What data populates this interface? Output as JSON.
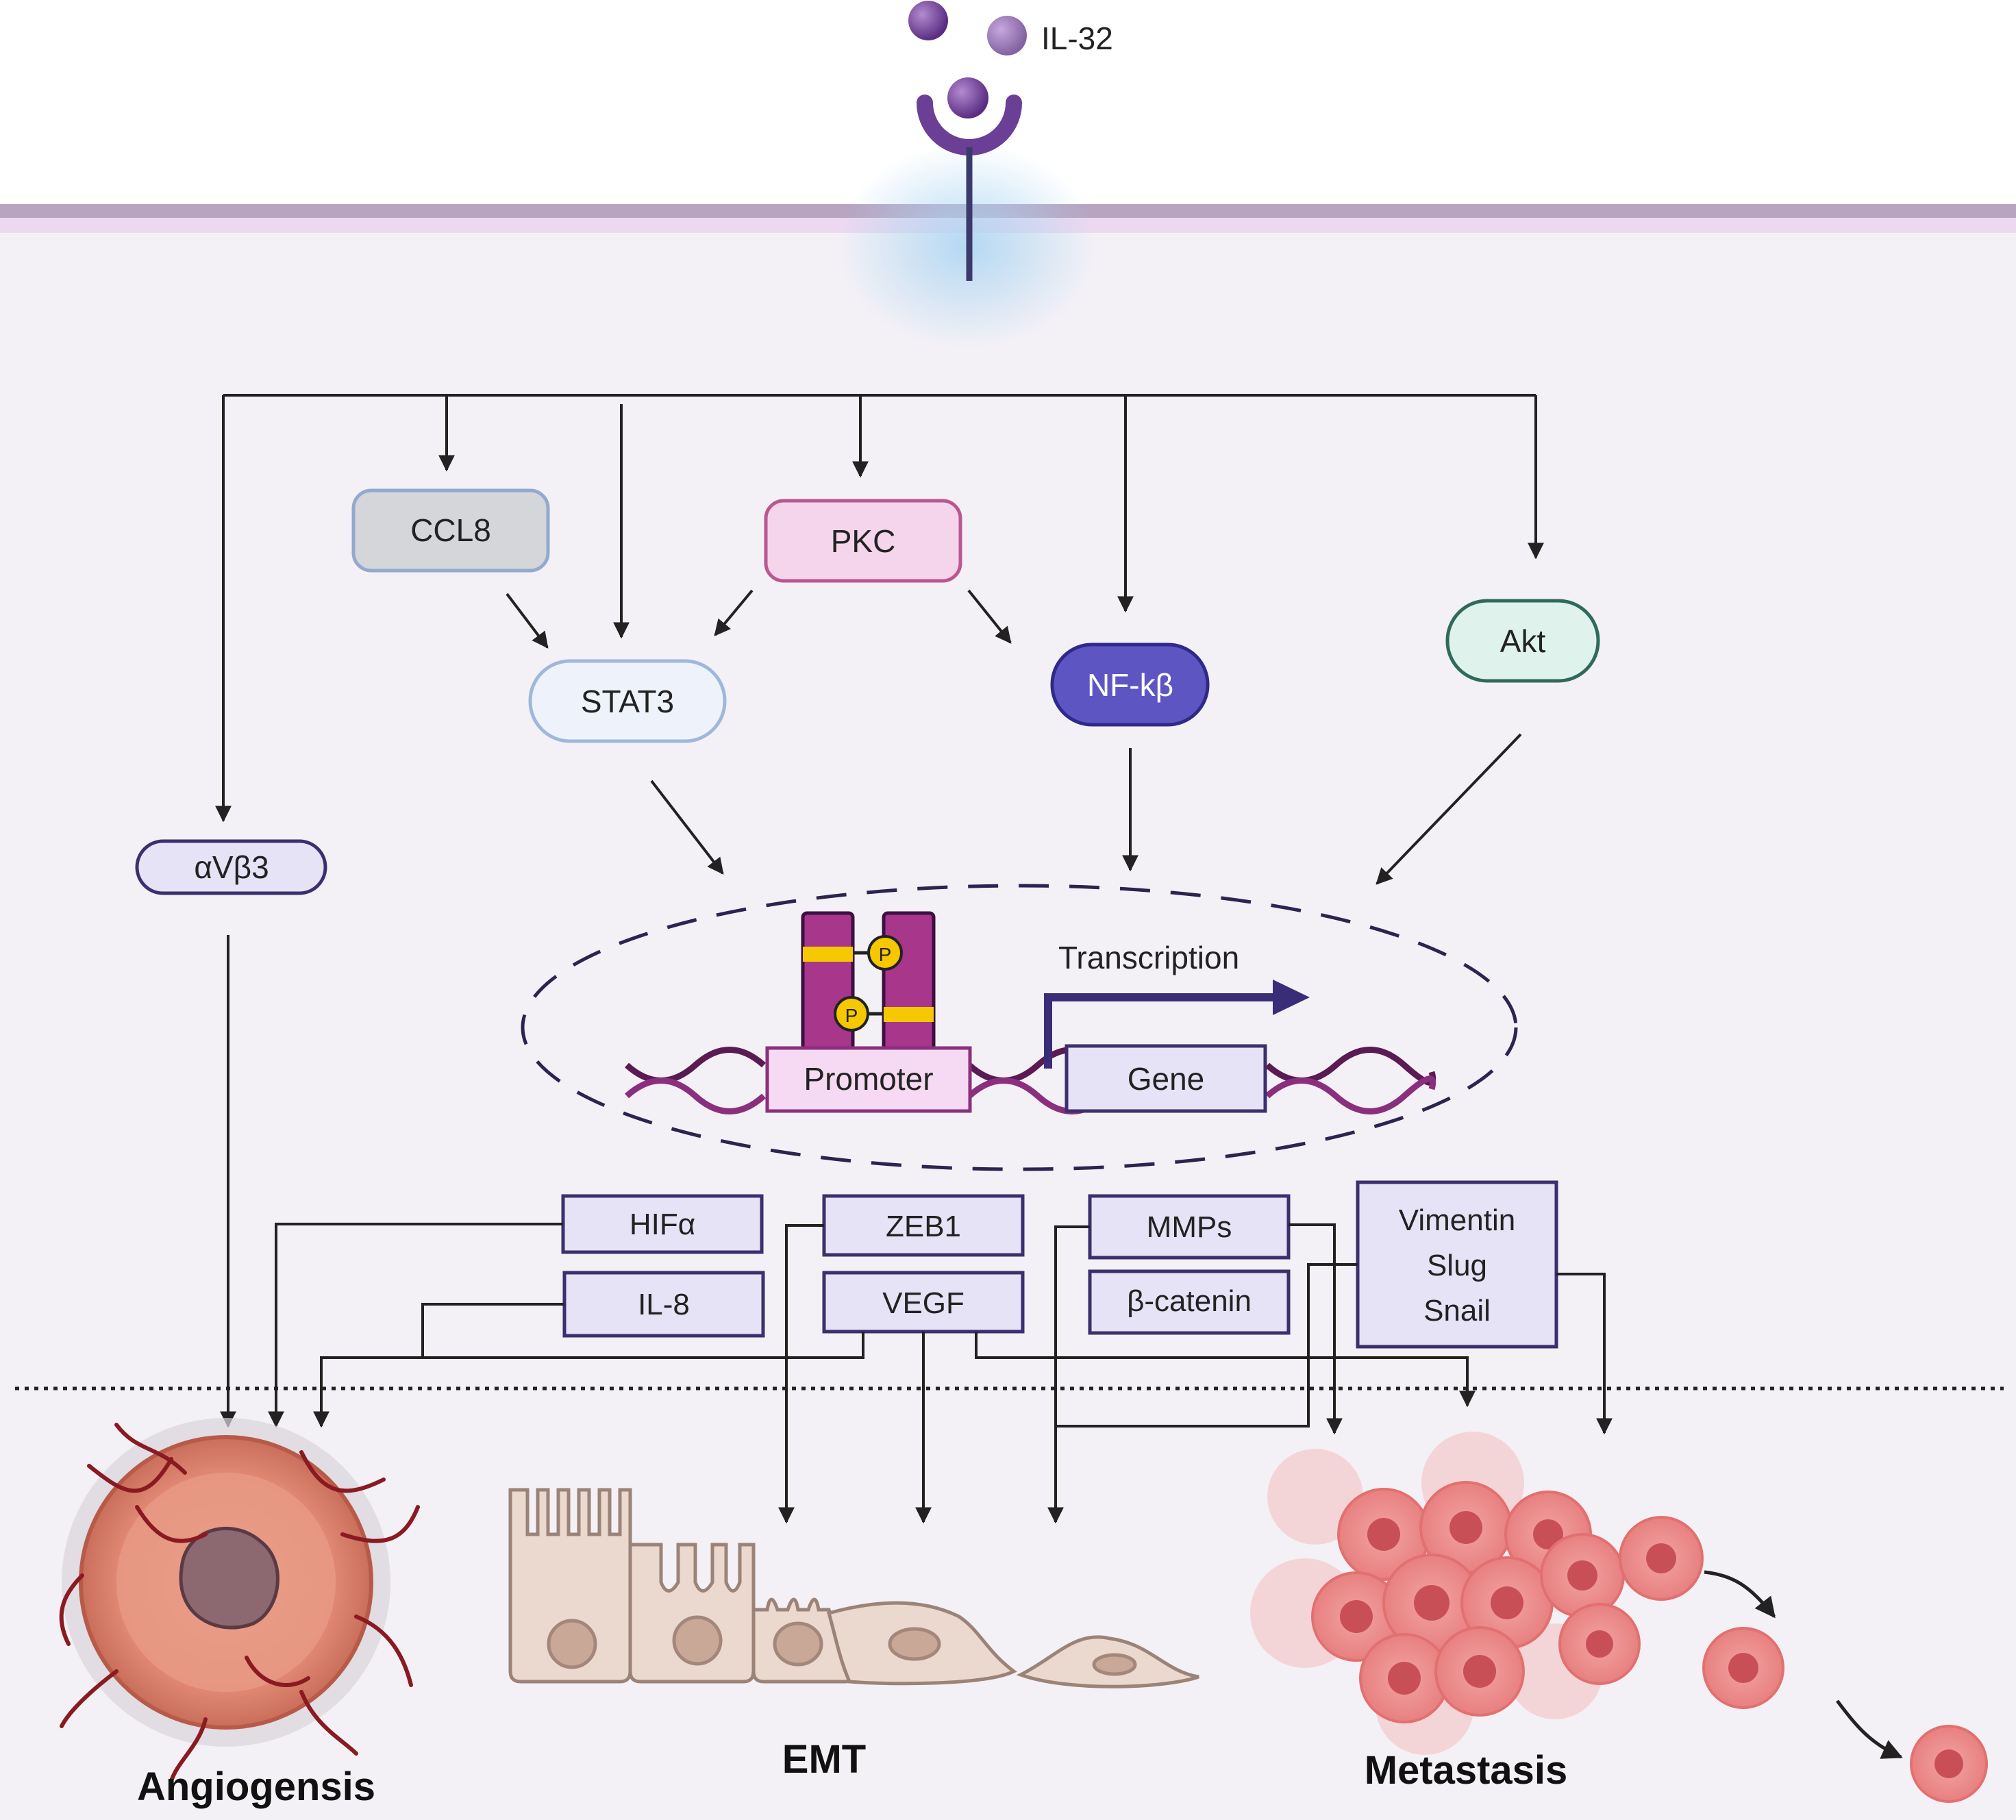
{
  "ligand": {
    "label": "IL-32"
  },
  "signaling_nodes": {
    "ccl8": "CCL8",
    "pkc": "PKC",
    "stat3": "STAT3",
    "nfkb": "NF-kβ",
    "akt": "Akt",
    "avb3": "αVβ3"
  },
  "nucleus": {
    "transcription": "Transcription",
    "promoter": "Promoter",
    "gene": "Gene",
    "phospho": "P"
  },
  "target_genes": {
    "hifa": "HIFα",
    "il8": "IL-8",
    "zeb1": "ZEB1",
    "vegf": "VEGF",
    "mmps": "MMPs",
    "bcatenin": "β-catenin",
    "vimentin": "Vimentin",
    "slug": "Slug",
    "snail": "Snail"
  },
  "outcomes": {
    "angiogenesis": "Angiogensis",
    "emt": "EMT",
    "metastasis": "Metastasis"
  },
  "colors": {
    "membrane": "#c4a8c8",
    "cytoplasm": "#f4f1f6",
    "ccl8_fill": "#d4d6d9",
    "ccl8_stroke": "#93a9cf",
    "pkc_fill": "#f5d5ec",
    "pkc_stroke": "#bb5790",
    "stat3_fill": "#eef3fb",
    "stat3_stroke": "#9fb7dc",
    "nfkb_fill": "#5d56c2",
    "nfkb_stroke": "#2f2a8a",
    "akt_fill": "#dff2ec",
    "akt_stroke": "#2e6a5a",
    "gene_box_fill": "#e7e3f7",
    "gene_box_stroke": "#3c2f6e"
  }
}
